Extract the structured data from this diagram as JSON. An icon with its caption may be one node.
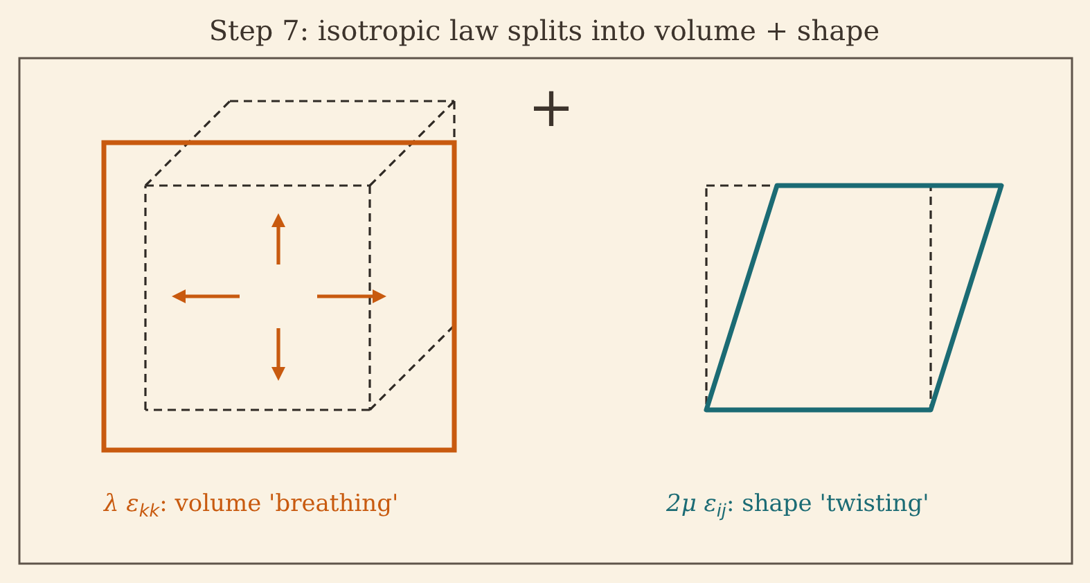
{
  "diagram": {
    "title": "Step 7: isotropic law splits into volume + shape",
    "labels": [
      "+",
      "*λ ε*$_{kk}$: volume 'breathing'",
      "*2μ ε*$_{ij}$: shape 'twisting'"
    ]
  }
}
